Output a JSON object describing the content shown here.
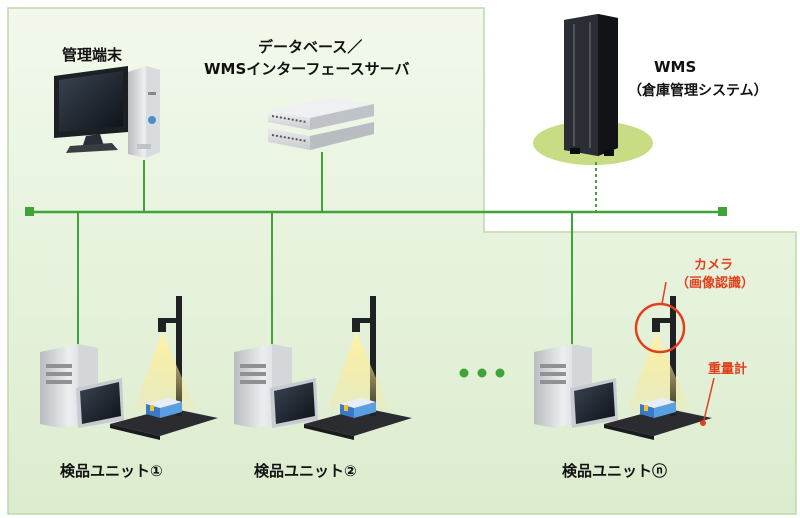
{
  "nodes": {
    "admin_terminal": {
      "label": "管理端末"
    },
    "db_server": {
      "label_line1": "データベース／",
      "label_line2": "WMSインターフェースサーバ"
    },
    "wms": {
      "label_line1": "WMS",
      "label_line2": "（倉庫管理システム）"
    }
  },
  "units": [
    {
      "label": "検品ユニット①"
    },
    {
      "label": "検品ユニット②"
    },
    {
      "label": "検品ユニットⓝ"
    }
  ],
  "annotations": {
    "camera_line1": "カメラ",
    "camera_line2": "（画像認識）",
    "scale": "重量計"
  },
  "colors": {
    "network_line": "#3fa33a",
    "panel_fill": "#eaf4e0",
    "panel_border": "#b8d8a8",
    "annotation": "#e0401c",
    "wms_base": "#c8dc84"
  }
}
